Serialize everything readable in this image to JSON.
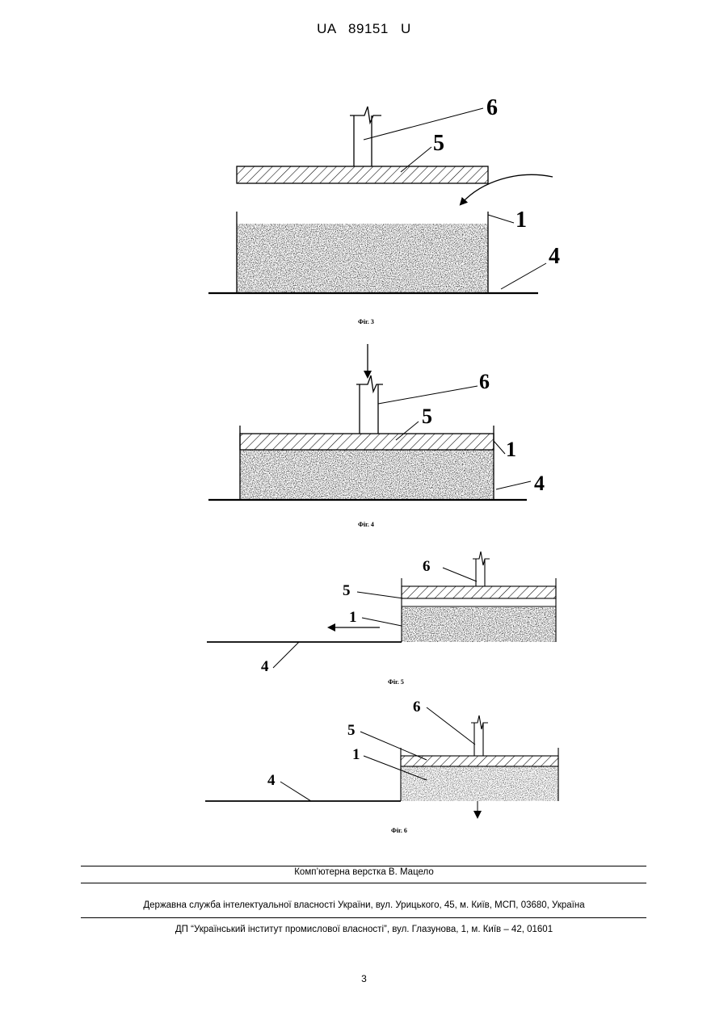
{
  "header": {
    "doc_id": "UA   89151   U"
  },
  "figures": [
    {
      "caption": "Фіг. 3",
      "labels": {
        "l1": "1",
        "l4": "4",
        "l5": "5",
        "l6": "6"
      }
    },
    {
      "caption": "Фіг. 4",
      "labels": {
        "l1": "1",
        "l4": "4",
        "l5": "5",
        "l6": "6"
      }
    },
    {
      "caption": "Фіг. 5",
      "labels": {
        "l1": "1",
        "l4": "4",
        "l5": "5",
        "l6": "6"
      }
    },
    {
      "caption": "Фіг. 6",
      "labels": {
        "l1": "1",
        "l4": "4",
        "l5": "5",
        "l6": "6"
      }
    }
  ],
  "footer": {
    "layout_credit": "Комп’ютерна верстка В. Мацело",
    "agency": "Державна служба інтелектуальної власності України, вул. Урицького, 45, м. Київ, МСП, 03680, Україна",
    "institute": "ДП “Український інститут промислової власності”, вул. Глазунова, 1, м. Київ – 42, 01601"
  },
  "page_number": "3"
}
